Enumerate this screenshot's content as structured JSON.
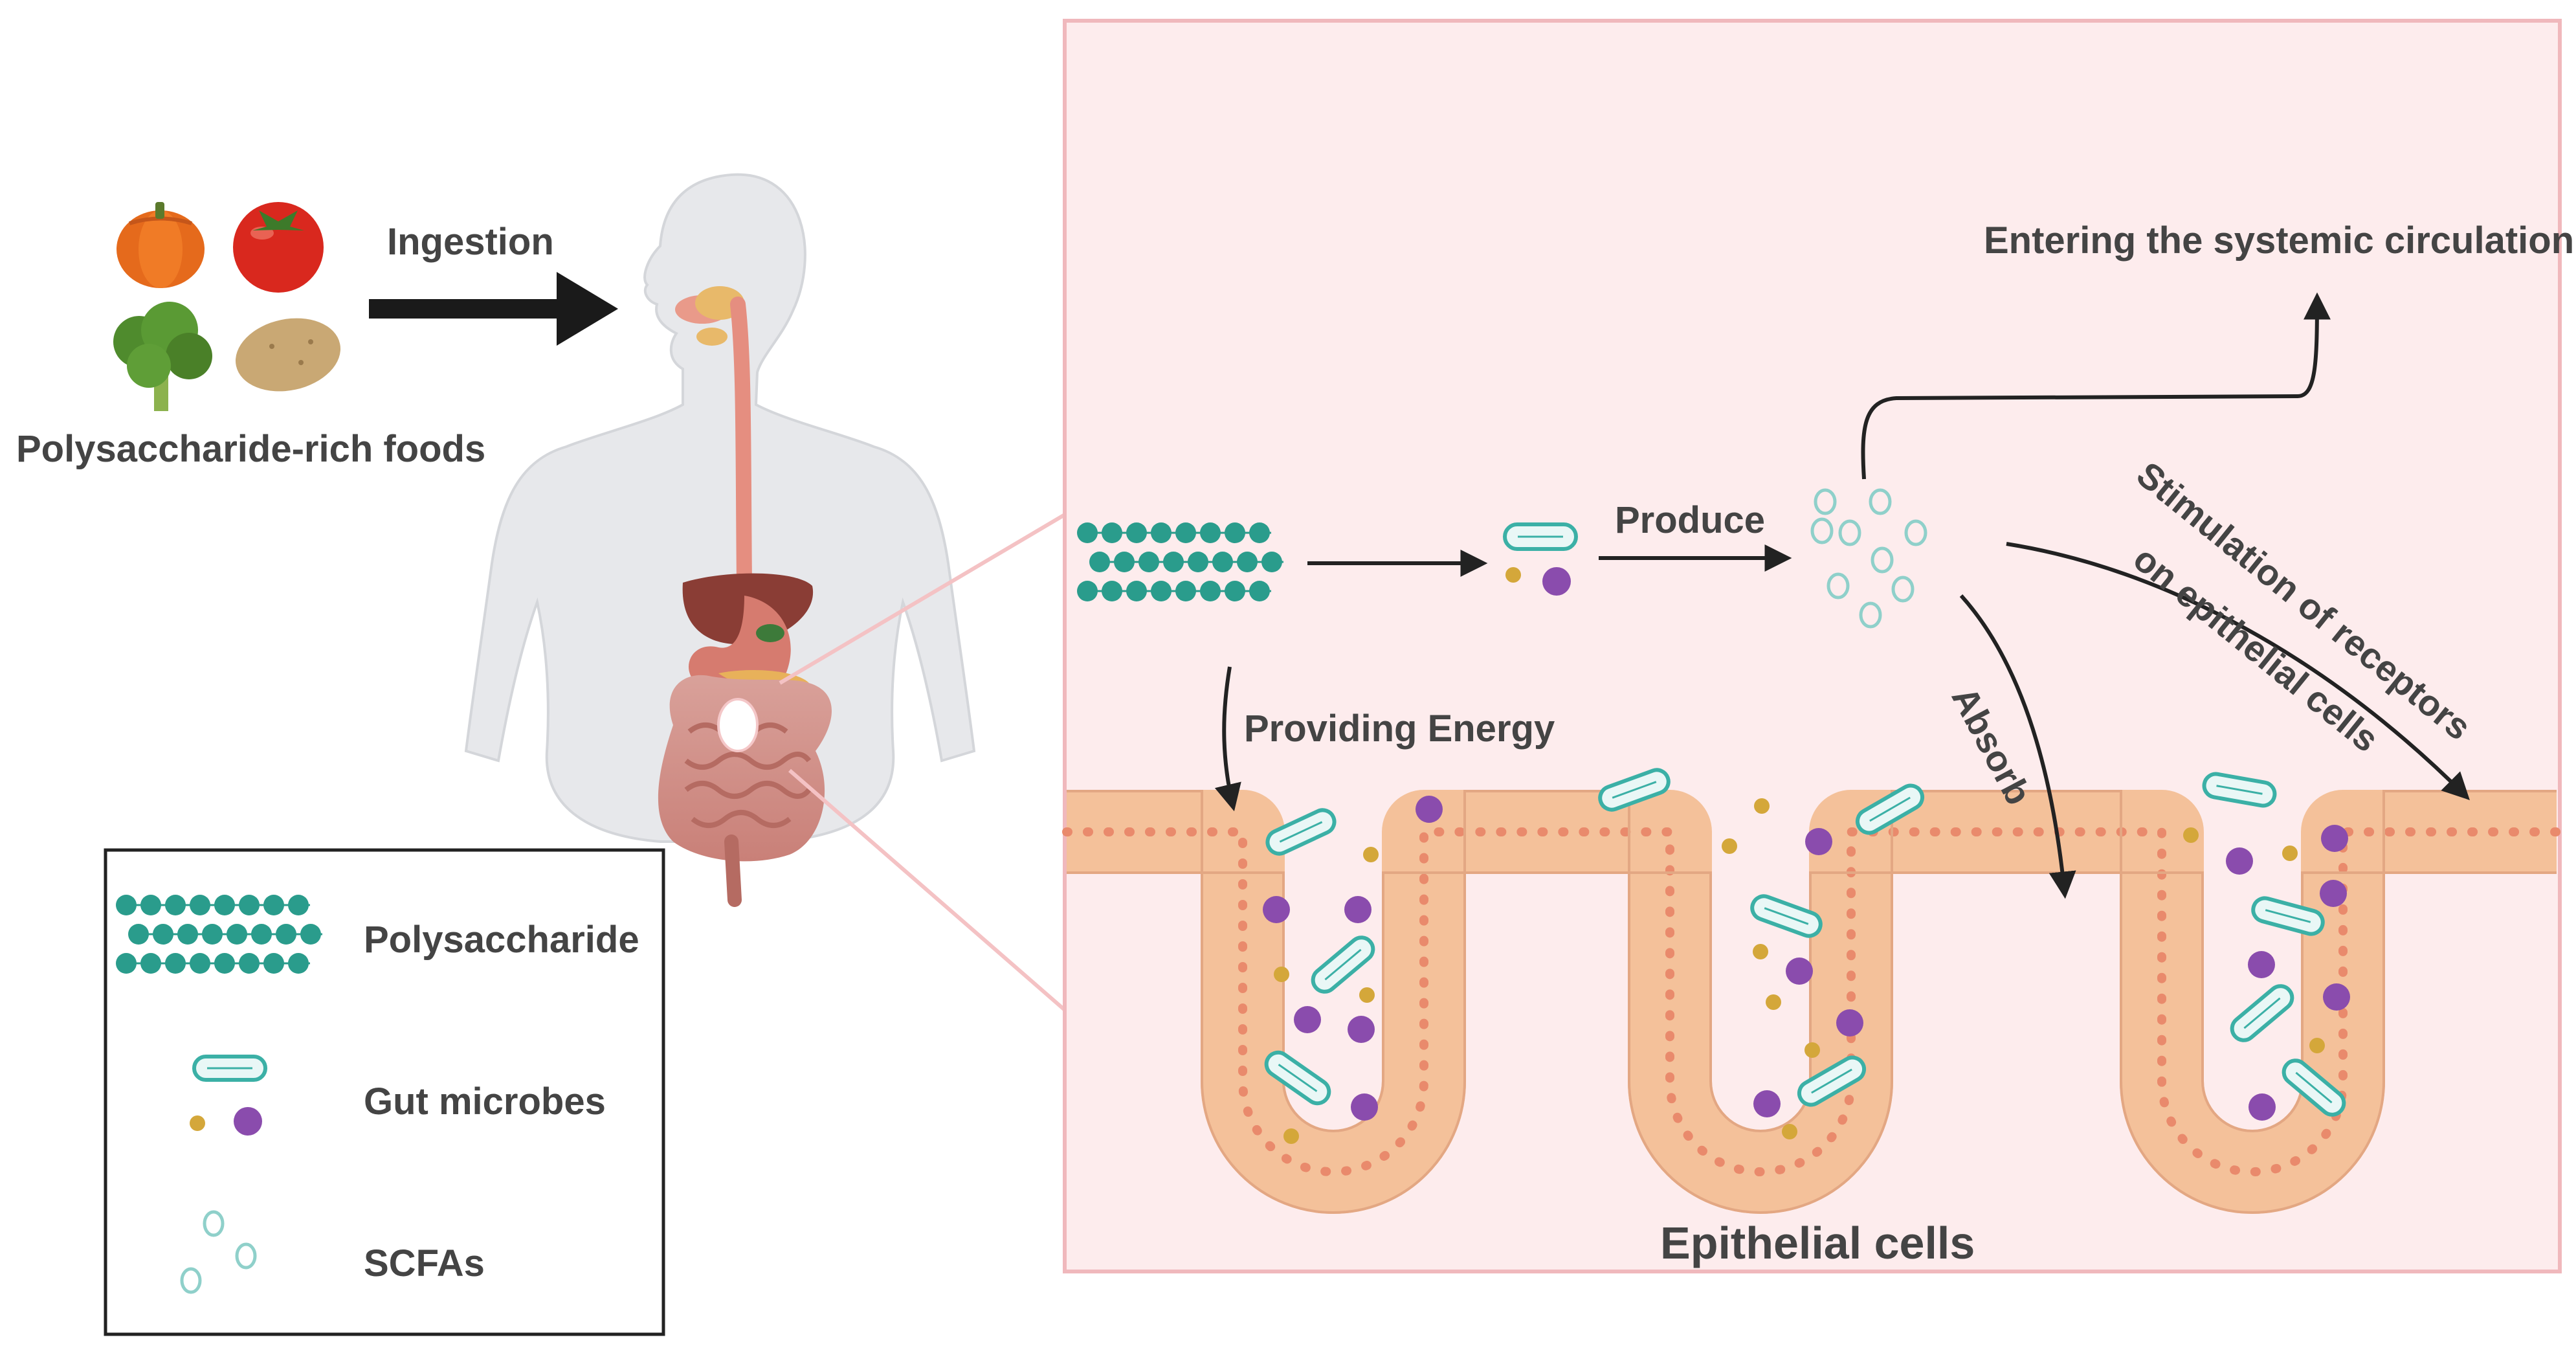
{
  "left": {
    "foods_label": "Polysaccharide-rich foods",
    "ingestion_label": "Ingestion",
    "food_icons": [
      "pumpkin-icon",
      "tomato-icon",
      "broccoli-icon",
      "potato-icon"
    ]
  },
  "legend": {
    "items": [
      {
        "label": "Polysaccharide",
        "icon": "polysaccharide-chain-icon"
      },
      {
        "label": "Gut microbes",
        "icon": "gut-microbe-icon"
      },
      {
        "label": "SCFAs",
        "icon": "scfa-icon"
      }
    ]
  },
  "detail": {
    "produce_label": "Produce",
    "energy_label": "Providing Energy",
    "systemic_label": "Entering the systemic circulation",
    "absorb_label": "Absorb",
    "stimulation_line1": "Stimulation of receptors",
    "stimulation_line2": "on epithelial cells",
    "epithelial_label": "Epithelial cells"
  },
  "colors": {
    "panel_bg": "#fdeced",
    "panel_border": "#f0b8bc",
    "polysaccharide": "#2a9c8c",
    "scfa_ring": "#8fd0ca",
    "microbe_purple": "#8a4cad",
    "microbe_yellow": "#d4a73a",
    "epithelium": "#f7c9a5",
    "text": "#444444"
  }
}
